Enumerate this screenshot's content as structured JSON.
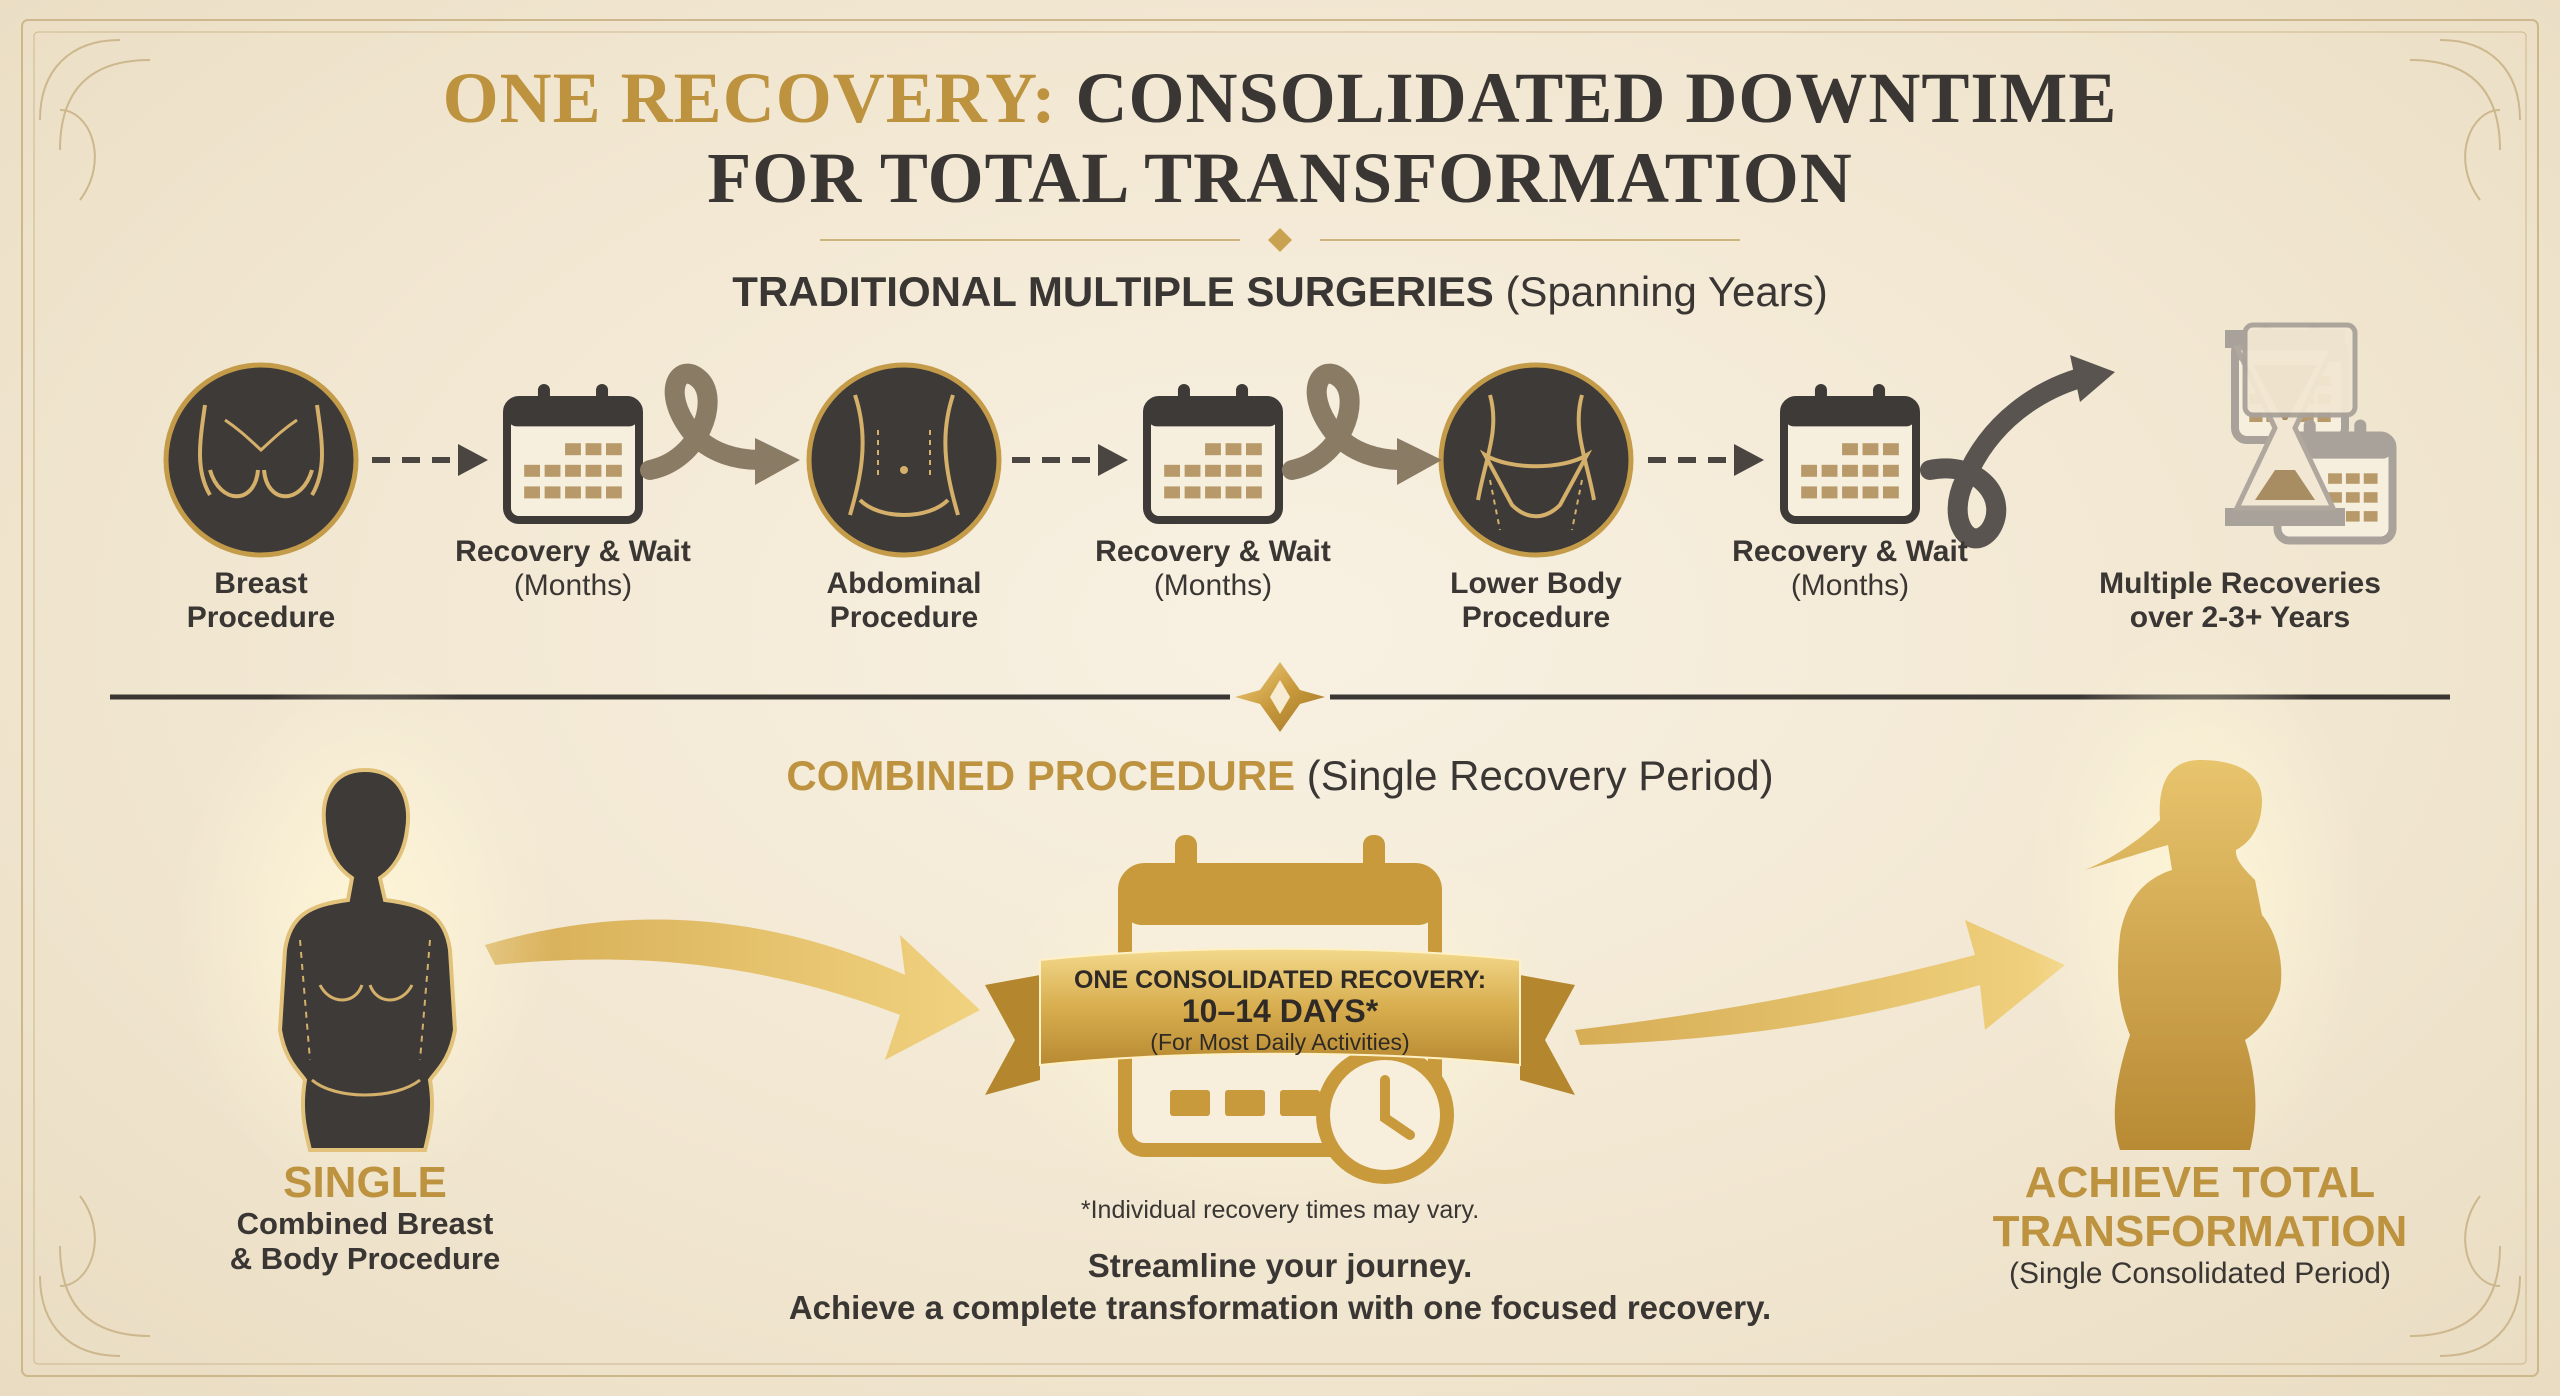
{
  "title": {
    "highlight": "ONE RECOVERY:",
    "rest_line1": "CONSOLIDATED DOWNTIME",
    "line2": "FOR TOTAL TRANSFORMATION"
  },
  "traditional": {
    "heading": "TRADITIONAL MULTIPLE SURGERIES",
    "heading_note": "(Spanning Years)",
    "steps": [
      {
        "icon": "breast-icon",
        "line1": "Breast",
        "line2": "Procedure"
      },
      {
        "icon": "calendar-icon",
        "line1": "Recovery & Wait",
        "line2": "(Months)"
      },
      {
        "icon": "abdomen-icon",
        "line1": "Abdominal",
        "line2": "Procedure"
      },
      {
        "icon": "calendar-icon",
        "line1": "Recovery & Wait",
        "line2": "(Months)"
      },
      {
        "icon": "lower-body-icon",
        "line1": "Lower Body",
        "line2": "Procedure"
      },
      {
        "icon": "calendar-icon",
        "line1": "Recovery & Wait",
        "line2": "(Months)"
      },
      {
        "icon": "hourglass-calendars-icon",
        "line1": "Multiple Recoveries",
        "line2": "over 2-3+ Years"
      }
    ]
  },
  "combined": {
    "heading": "COMBINED PROCEDURE",
    "heading_note": "(Single Recovery Period)",
    "left": {
      "title": "SINGLE",
      "line1": "Combined Breast",
      "line2": "& Body Procedure"
    },
    "banner": {
      "line1": "ONE CONSOLIDATED RECOVERY:",
      "line2": "10–14 DAYS*",
      "line3": "(For Most Daily Activities)"
    },
    "footnote": "*Individual recovery times may vary.",
    "tagline1": "Streamline your journey.",
    "tagline2": "Achieve a complete transformation with one focused recovery.",
    "right": {
      "title1": "ACHIEVE TOTAL",
      "title2": "TRANSFORMATION",
      "note": "(Single Consolidated Period)"
    }
  },
  "colors": {
    "gold": "#bd9340",
    "dark": "#3a3633",
    "background": "#f4ead7"
  }
}
